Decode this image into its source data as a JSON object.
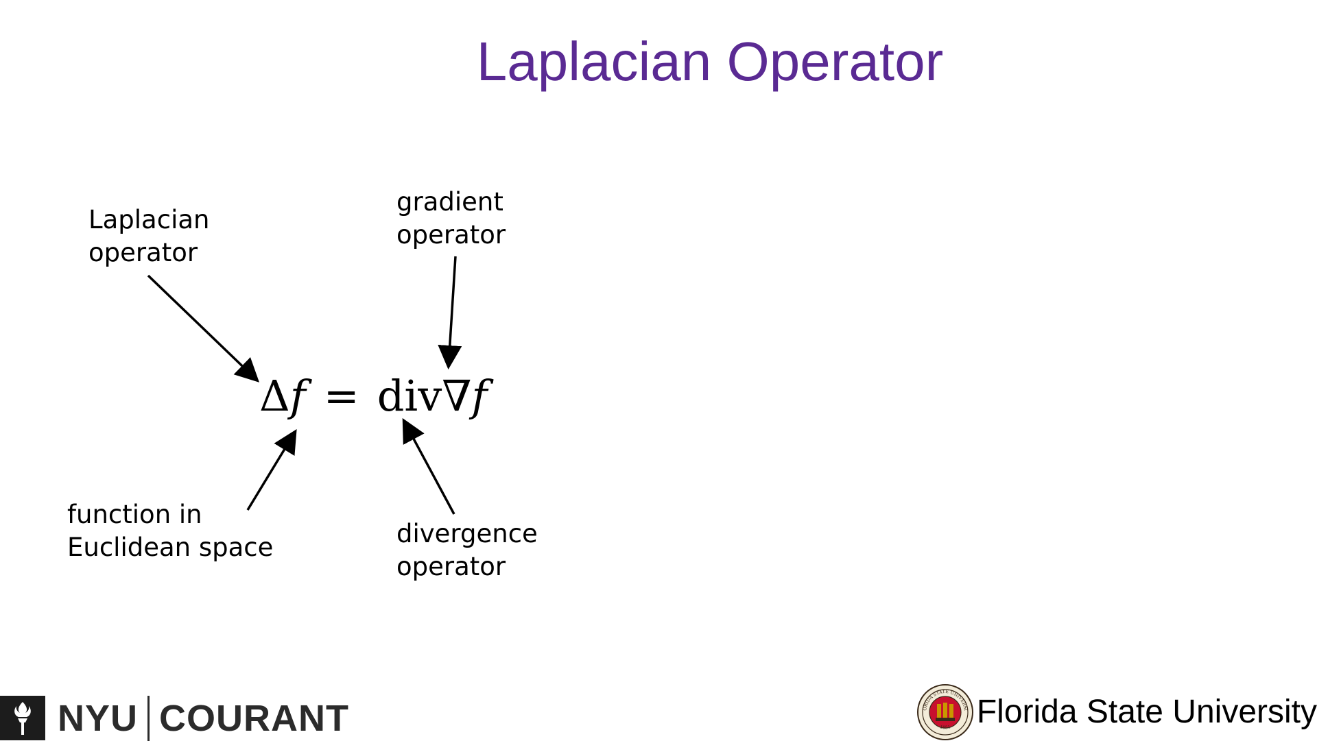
{
  "slide": {
    "title": "Laplacian Operator"
  },
  "annotations": {
    "laplacian": {
      "line1": "Laplacian",
      "line2": "operator"
    },
    "gradient": {
      "line1": "gradient",
      "line2": "operator"
    },
    "function": {
      "line1": "function in",
      "line2": "Euclidean space"
    },
    "divergence": {
      "line1": "divergence",
      "line2": "operator"
    }
  },
  "formula": {
    "delta": "Δ",
    "f1": "f",
    "equals": "=",
    "div": "div",
    "nabla": "∇",
    "f2": "f"
  },
  "logos": {
    "nyu": {
      "name": "NYU",
      "department": "COURANT",
      "icon": "torch-icon"
    },
    "fsu": {
      "name": "Florida State University",
      "seal_text": "FLORIDA STATE UNIVERSITY",
      "seal_year": "1851",
      "icon": "fsu-seal-icon"
    }
  },
  "colors": {
    "title": "#5a2a93",
    "text": "#000000",
    "nyu_dark": "#2b2b2b",
    "fsu_garnet": "#c8102e",
    "fsu_gold": "#c99700"
  }
}
